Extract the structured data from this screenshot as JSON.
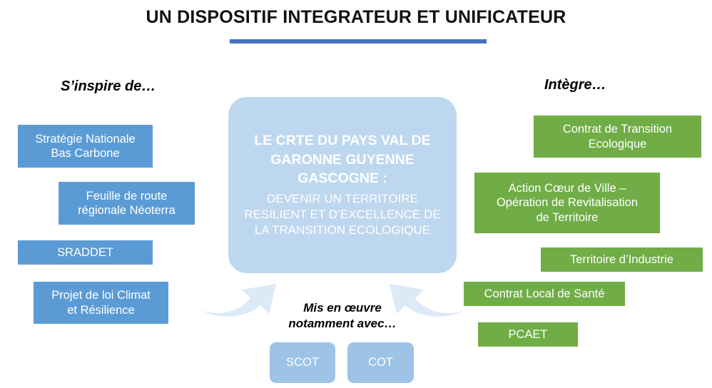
{
  "title": "UN DISPOSITIF INTEGRATEUR ET UNIFICATEUR",
  "colors": {
    "blue": "#5B9BD5",
    "green": "#70AD47",
    "hub_blue": "#BDD7EE",
    "pill_blue": "#9DC3E6",
    "rule_blue": "#4472C4",
    "background": "#FFFFFF",
    "text_dark": "#111111",
    "text_light": "#FFFFFF"
  },
  "left_column": {
    "heading": "S’inspire de…",
    "items": [
      {
        "label": "Stratégie Nationale Bas Carbone",
        "line1": "Stratégie Nationale",
        "line2": "Bas Carbone"
      },
      {
        "label": "Feuille de route régionale Néoterra",
        "line1": "Feuille de route",
        "line2": "régionale Néoterra"
      },
      {
        "label": "SRADDET",
        "line1": "SRADDET",
        "line2": ""
      },
      {
        "label": "Projet de loi Climat et Résilience",
        "line1": "Projet de loi Climat",
        "line2": "et Résilience"
      }
    ]
  },
  "right_column": {
    "heading": "Intègre…",
    "items": [
      {
        "label": "Contrat de Transition Ecologique",
        "line1": "Contrat de Transition",
        "line2": "Ecologique",
        "line3": ""
      },
      {
        "label": "Action Cœur de Ville – Opération de Revitalisation de Territoire",
        "line1": "Action Cœur de Ville –",
        "line2": "Opération de Revitalisation",
        "line3": "de Territoire"
      },
      {
        "label": "Territoire d’Industrie",
        "line1": "Territoire d’Industrie",
        "line2": "",
        "line3": ""
      },
      {
        "label": "Contrat Local de Santé",
        "line1": "Contrat Local de Santé",
        "line2": "",
        "line3": ""
      },
      {
        "label": "PCAET",
        "line1": "PCAET",
        "line2": "",
        "line3": ""
      }
    ]
  },
  "hub": {
    "main_line1": "LE CRTE DU PAYS VAL DE",
    "main_line2": "GARONNE GUYENNE",
    "main_line3": "GASCOGNE :",
    "sub_line1": "DEVENIR UN TERRITOIRE",
    "sub_line2": "RESILIENT ET D’EXCELLENCE DE",
    "sub_line3": "LA TRANSITION ECOLOGIQUE"
  },
  "bottom": {
    "caption_line1": "Mis en œuvre",
    "caption_line2": "notamment avec…",
    "pills": [
      {
        "label": "SCOT"
      },
      {
        "label": "COT"
      }
    ],
    "arrows": [
      {
        "name": "curved-arrow-up-right-icon"
      },
      {
        "name": "curved-arrow-up-left-icon"
      }
    ]
  }
}
